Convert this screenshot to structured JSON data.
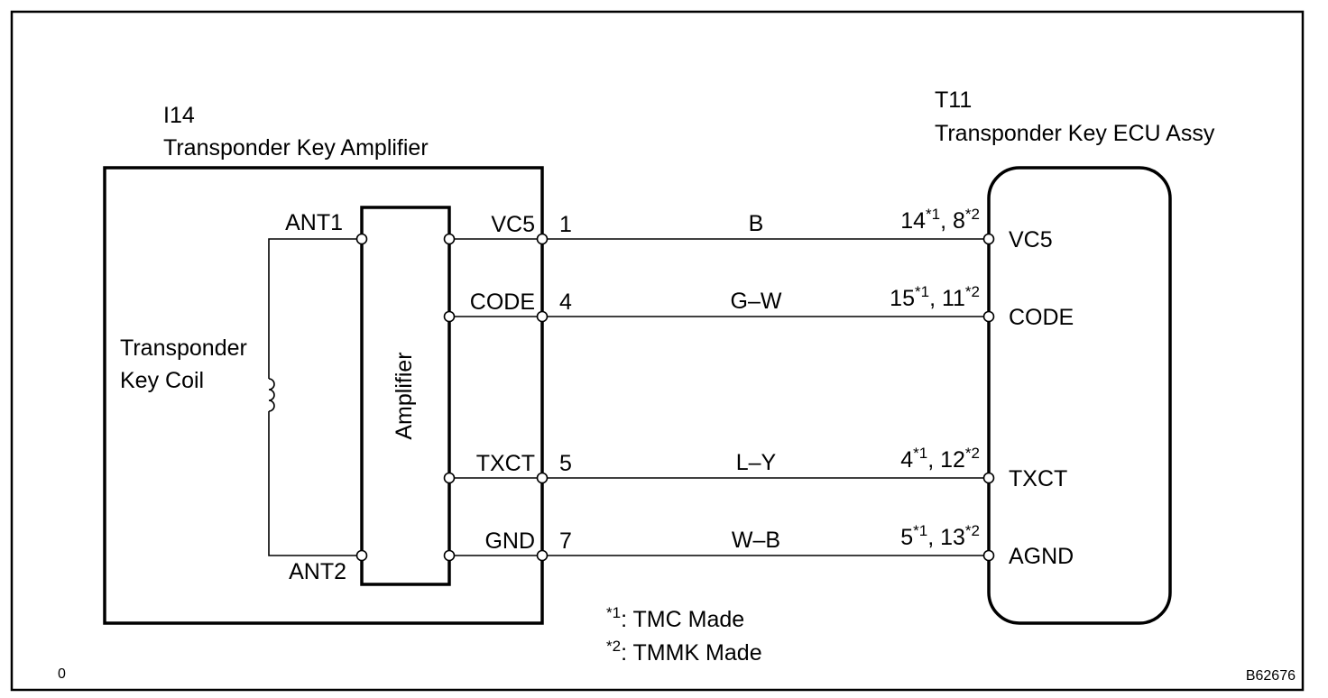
{
  "amplifier_unit": {
    "connector_id": "I14",
    "name": "Transponder Key Amplifier",
    "inner_block_label": "Amplifier",
    "coil_label_line1": "Transponder",
    "coil_label_line2": "Key Coil",
    "antenna_pins": [
      "ANT1",
      "ANT2"
    ]
  },
  "ecu_unit": {
    "connector_id": "T11",
    "name": "Transponder Key ECU Assy"
  },
  "wires": [
    {
      "amp_terminal": "VC5",
      "amp_pin": "1",
      "color": "B",
      "ecu_pin_a": "14",
      "ecu_pin_b": "8",
      "ecu_terminal": "VC5"
    },
    {
      "amp_terminal": "CODE",
      "amp_pin": "4",
      "color": "G–W",
      "ecu_pin_a": "15",
      "ecu_pin_b": "11",
      "ecu_terminal": "CODE"
    },
    {
      "amp_terminal": "TXCT",
      "amp_pin": "5",
      "color": "L–Y",
      "ecu_pin_a": "4",
      "ecu_pin_b": "12",
      "ecu_terminal": "TXCT"
    },
    {
      "amp_terminal": "GND",
      "amp_pin": "7",
      "color": "W–B",
      "ecu_pin_a": "5",
      "ecu_pin_b": "13",
      "ecu_terminal": "AGND"
    }
  ],
  "footnotes": {
    "mark1": "*1",
    "mark2": "*2",
    "sup1": "*1",
    "sup2": "*2",
    "note1": ": TMC Made",
    "note2": ": TMMK Made"
  },
  "corner_left": "0",
  "figure_code": "B62676"
}
